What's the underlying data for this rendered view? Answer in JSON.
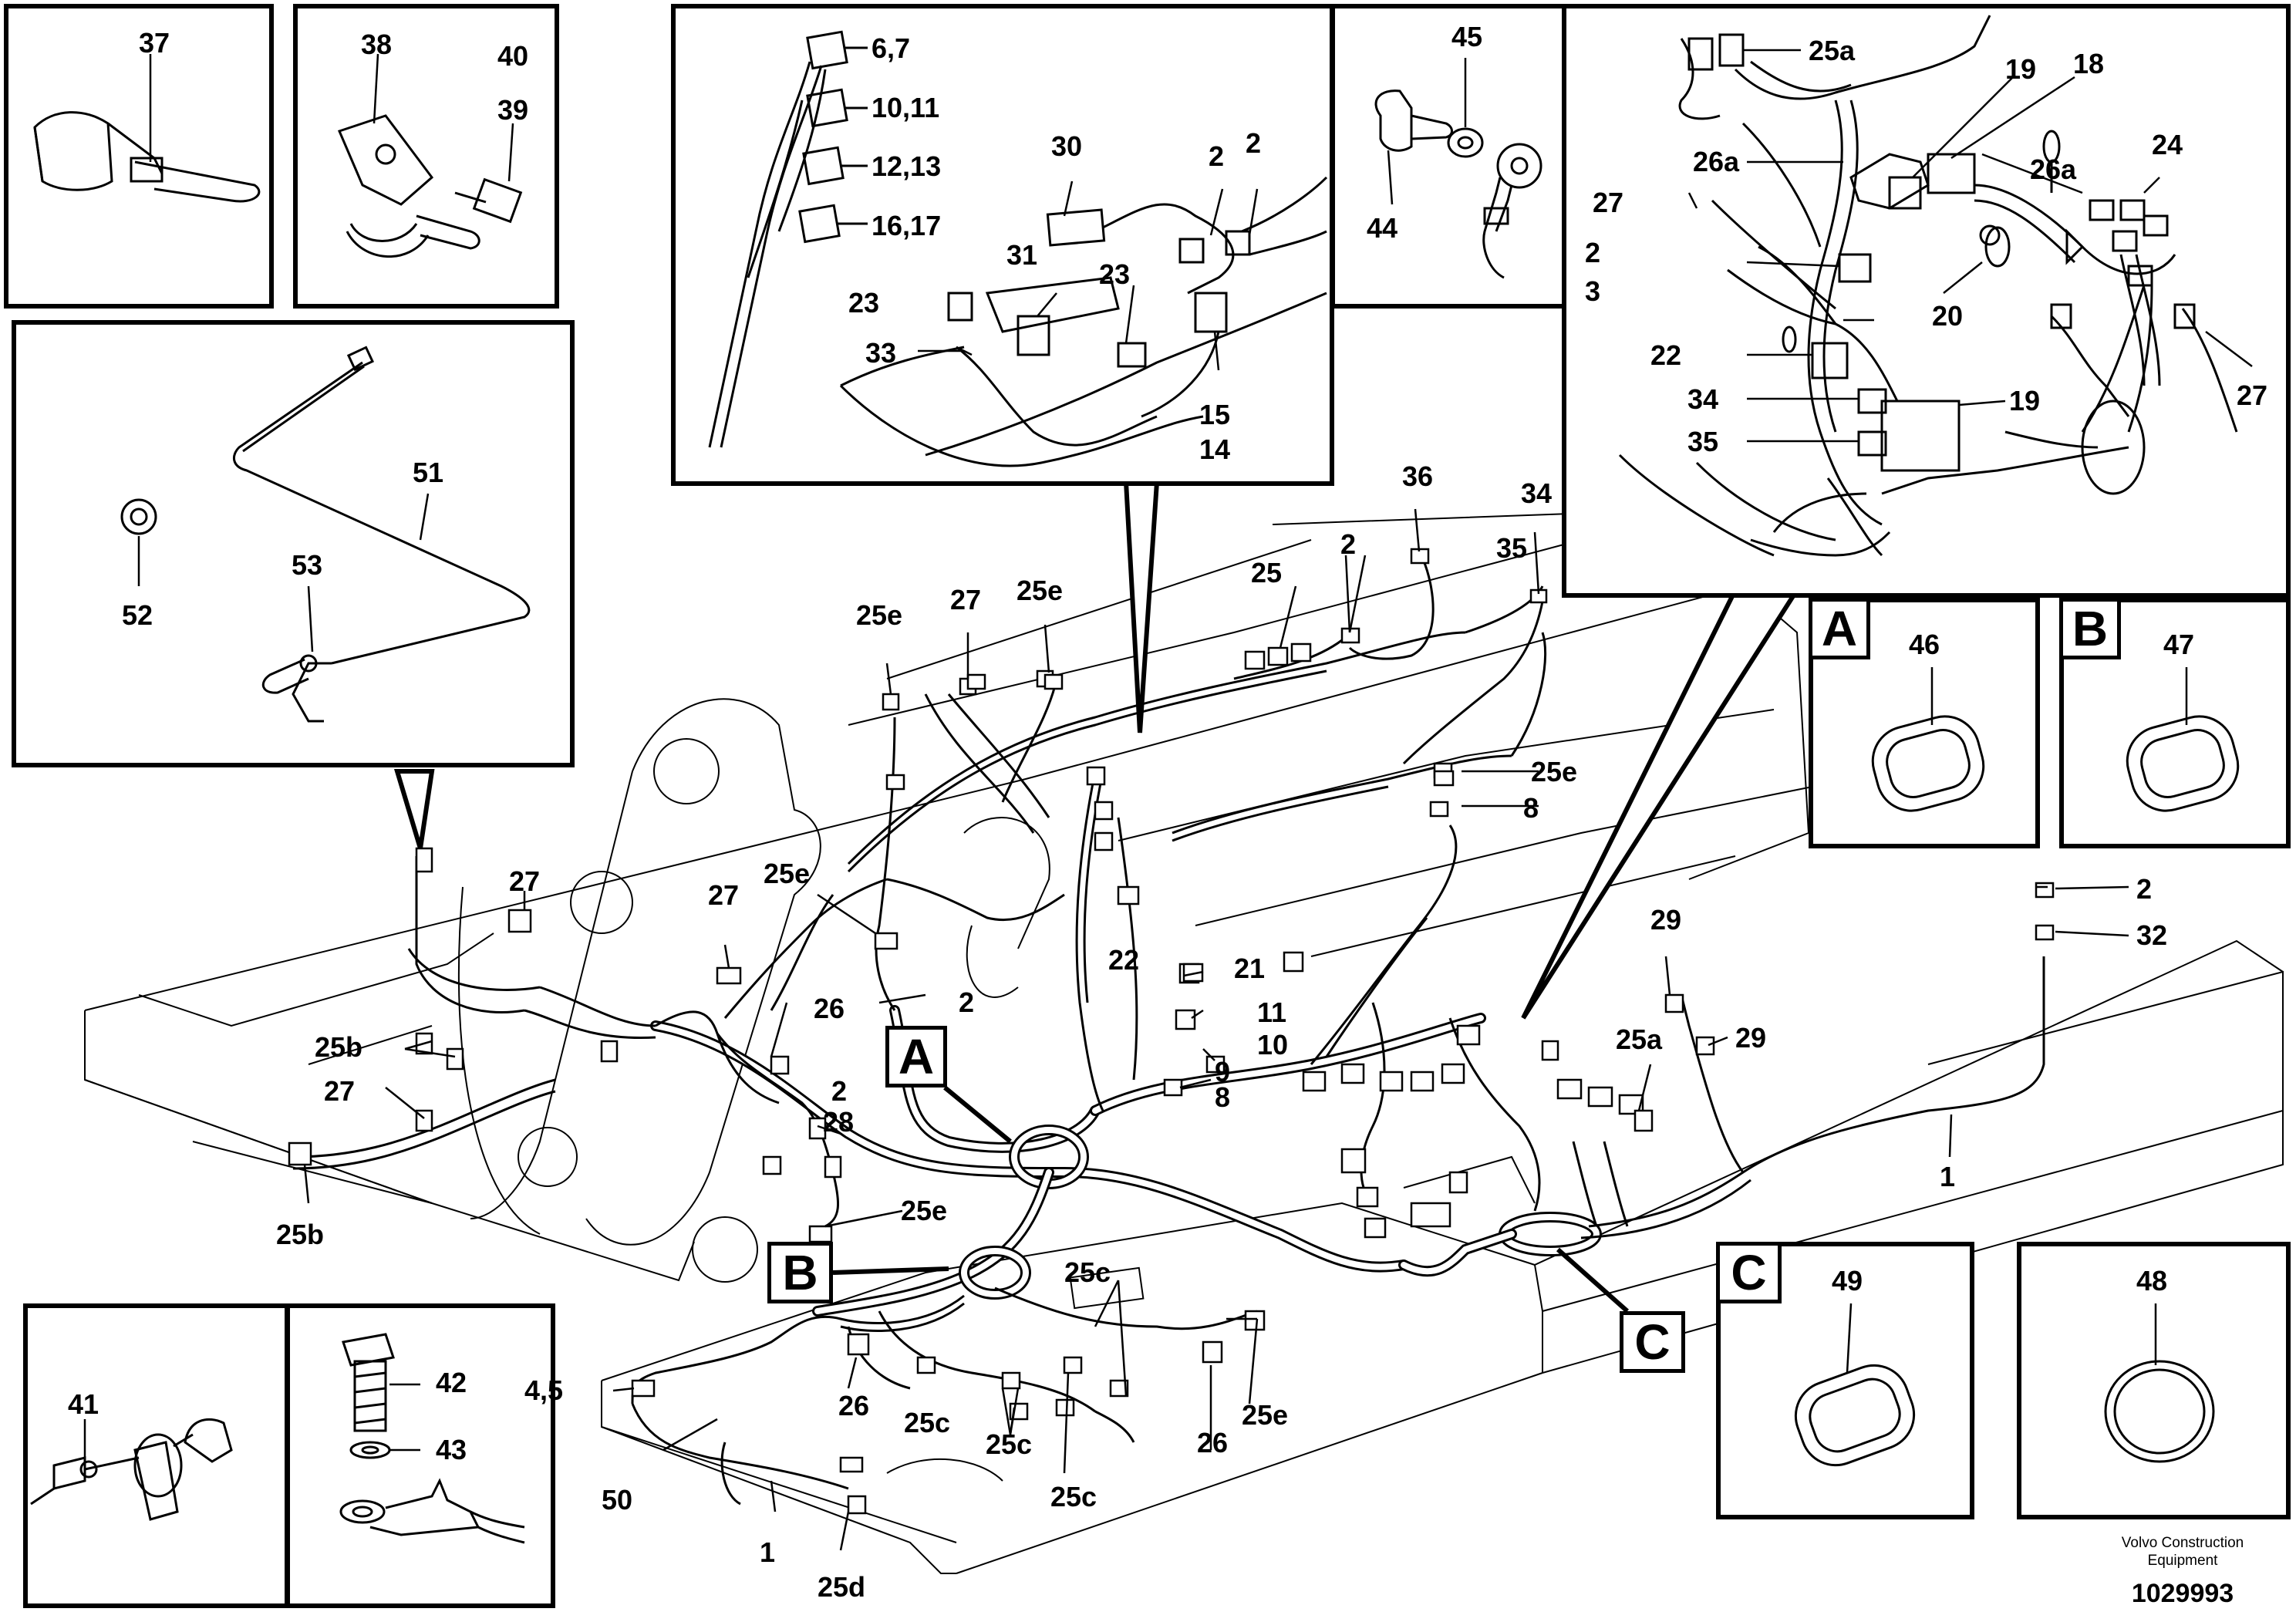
{
  "labels": {
    "l37": "37",
    "l38": "38",
    "l40": "40",
    "l39": "39",
    "l51": "51",
    "l52": "52",
    "l53": "53",
    "l6_7": "6,7",
    "l10_11": "10,11",
    "l12_13": "12,13",
    "l16_17": "16,17",
    "l30": "30",
    "l2a": "2",
    "l2b": "2",
    "l23a": "23",
    "l23b": "23",
    "l31": "31",
    "l33": "33",
    "l15": "15",
    "l14": "14",
    "l45": "45",
    "l44": "44",
    "l25a_top": "25a",
    "l19a": "19",
    "l18": "18",
    "l26a_1": "26a",
    "l26a_2": "26a",
    "l27_inset": "27",
    "l24": "24",
    "l2_inset": "2",
    "l3_inset": "3",
    "l20": "20",
    "l22_inset": "22",
    "l34_inset": "34",
    "l35_inset": "35",
    "l19b": "19",
    "l27_inset_r": "27",
    "l46": "46",
    "l47": "47",
    "l49": "49",
    "l48": "48",
    "l36": "36",
    "l34": "34",
    "l35": "35",
    "l2_m1": "2",
    "l25": "25",
    "l25e_1": "25e",
    "l27_m1": "27",
    "l25e_2": "25e",
    "l25e_3": "25e",
    "l8_r": "8",
    "l27_m2": "27",
    "l27_m3": "27",
    "l25e_4": "25e",
    "l2_m2": "2",
    "l26_m1": "26",
    "l25b_1": "25b",
    "l27_m4": "27",
    "l2_m3": "2",
    "l28": "28",
    "l25b_2": "25b",
    "l25e_5": "25e",
    "l22": "22",
    "l21": "21",
    "l11": "11",
    "l10": "10",
    "l9": "9",
    "l8": "8",
    "l29a": "29",
    "l29b": "29",
    "l25a_m": "25a",
    "l2_r": "2",
    "l32": "32",
    "l1_r": "1",
    "l25c_1": "25c",
    "l25c_2": "25c",
    "l25c_3": "25c",
    "l25c_4": "25c",
    "l26_m2": "26",
    "l26_m3": "26",
    "l25e_6": "25e",
    "l4_5": "4,5",
    "l50": "50",
    "l1_b": "1",
    "l25d": "25d",
    "l41": "41",
    "l42": "42",
    "l43": "43"
  },
  "tags": {
    "A_main": "A",
    "B_main": "B",
    "C_main": "C",
    "A_box": "A",
    "B_box": "B",
    "C_box": "C"
  },
  "footer": {
    "company": "Volvo Construction",
    "company2": "Equipment",
    "drawing_no": "1029993"
  }
}
